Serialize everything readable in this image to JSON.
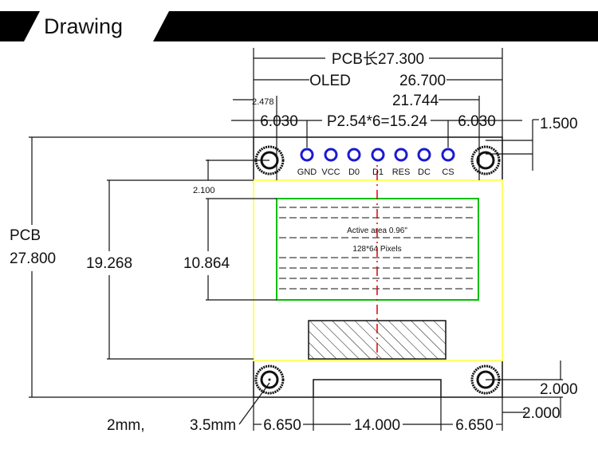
{
  "header": {
    "title": "Drawing"
  },
  "dims": {
    "pcb_width": "PCB长27.300",
    "oled": "OLED",
    "oled_width": "26.700",
    "glass_width": "21.744",
    "left_offset_small": "2.478",
    "left_margin": "6.030",
    "pin_pitch": "P2.54*6=15.24",
    "right_margin": "6.030",
    "hole_offset": "1.500",
    "top_gap": "2.100",
    "pcb_height_label": "PCB",
    "pcb_height": "27.800",
    "panel_height": "19.268",
    "active_height": "10.864",
    "bottom_hole": "2.000",
    "bottom_edge": "2.000",
    "bottom_left": "6.650",
    "fpc_width": "14.000",
    "bottom_right": "6.650",
    "hole_diameter_a": "2mm,",
    "hole_diameter_b": "3.5mm"
  },
  "pins": [
    "GND",
    "VCC",
    "D0",
    "D1",
    "RES",
    "DC",
    "CS"
  ],
  "active_area": {
    "line1": "Active area 0.96\"",
    "line2": "128*64 Pixels"
  },
  "colors": {
    "board": "#ffff66",
    "active": "#00c000",
    "pin": "#1a1ad0",
    "center": "#e00000"
  }
}
